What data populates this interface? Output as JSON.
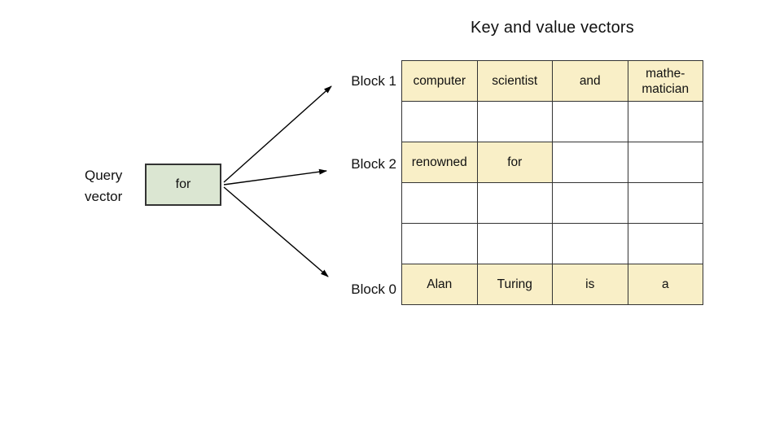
{
  "title": "Key and value vectors",
  "query_vector": {
    "label": "Query\nvector",
    "box_text": "for"
  },
  "block_labels": [
    {
      "label": "Block 1"
    },
    {
      "label": "Block 2"
    },
    {
      "label": "Block 0"
    }
  ],
  "table": {
    "rows": [
      {
        "cells": [
          {
            "text": "computer",
            "filled": true
          },
          {
            "text": "scientist",
            "filled": true
          },
          {
            "text": "and",
            "filled": true
          },
          {
            "text": "mathe-\nmatician",
            "filled": true
          }
        ]
      },
      {
        "cells": [
          {
            "text": "",
            "filled": false
          },
          {
            "text": "",
            "filled": false
          },
          {
            "text": "",
            "filled": false
          },
          {
            "text": "",
            "filled": false
          }
        ]
      },
      {
        "cells": [
          {
            "text": "renowned",
            "filled": true
          },
          {
            "text": "for",
            "filled": true
          },
          {
            "text": "",
            "filled": false
          },
          {
            "text": "",
            "filled": false
          }
        ]
      },
      {
        "cells": [
          {
            "text": "",
            "filled": false
          },
          {
            "text": "",
            "filled": false
          },
          {
            "text": "",
            "filled": false
          },
          {
            "text": "",
            "filled": false
          }
        ]
      },
      {
        "cells": [
          {
            "text": "",
            "filled": false
          },
          {
            "text": "",
            "filled": false
          },
          {
            "text": "",
            "filled": false
          },
          {
            "text": "",
            "filled": false
          }
        ]
      },
      {
        "cells": [
          {
            "text": "Alan",
            "filled": true
          },
          {
            "text": "Turing",
            "filled": true
          },
          {
            "text": "is",
            "filled": true
          },
          {
            "text": "a",
            "filled": true
          }
        ]
      }
    ]
  },
  "colors": {
    "highlight": "#f9efc7",
    "query_box_fill": "#dbe6d2",
    "border": "#333333",
    "arrow": "#000000"
  }
}
